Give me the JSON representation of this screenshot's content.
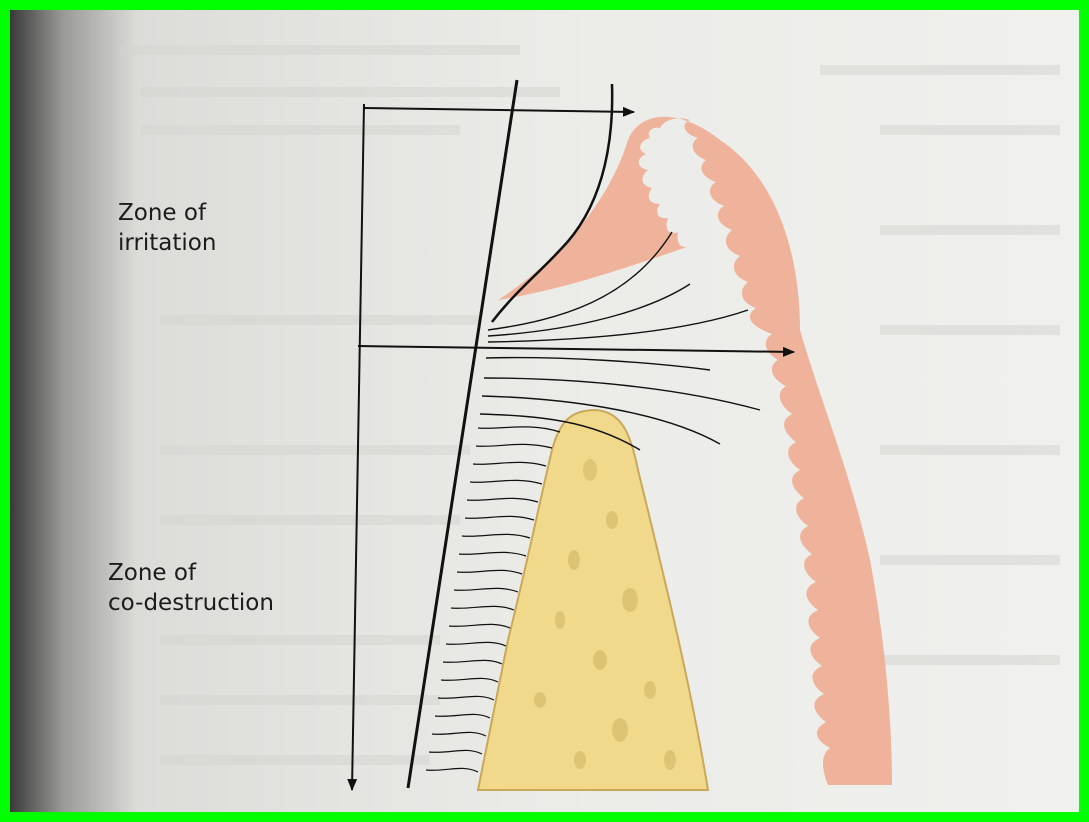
{
  "slide": {
    "frame_color": "#00ff00",
    "background_color": "#1a237e"
  },
  "diagram": {
    "zone_irritation": {
      "line1": "Zone of",
      "line2": "irritation"
    },
    "zone_codestruction": {
      "line1": "Zone of",
      "line2": "co-destruction"
    },
    "colors": {
      "gingiva": "#eeb39a",
      "bone": "#f0d98a",
      "bone_stroke": "#c9a85a",
      "page": "#e9e9e6",
      "lines": "#111111"
    },
    "icons": [
      "arrow-right-icon",
      "arrow-down-icon"
    ]
  }
}
